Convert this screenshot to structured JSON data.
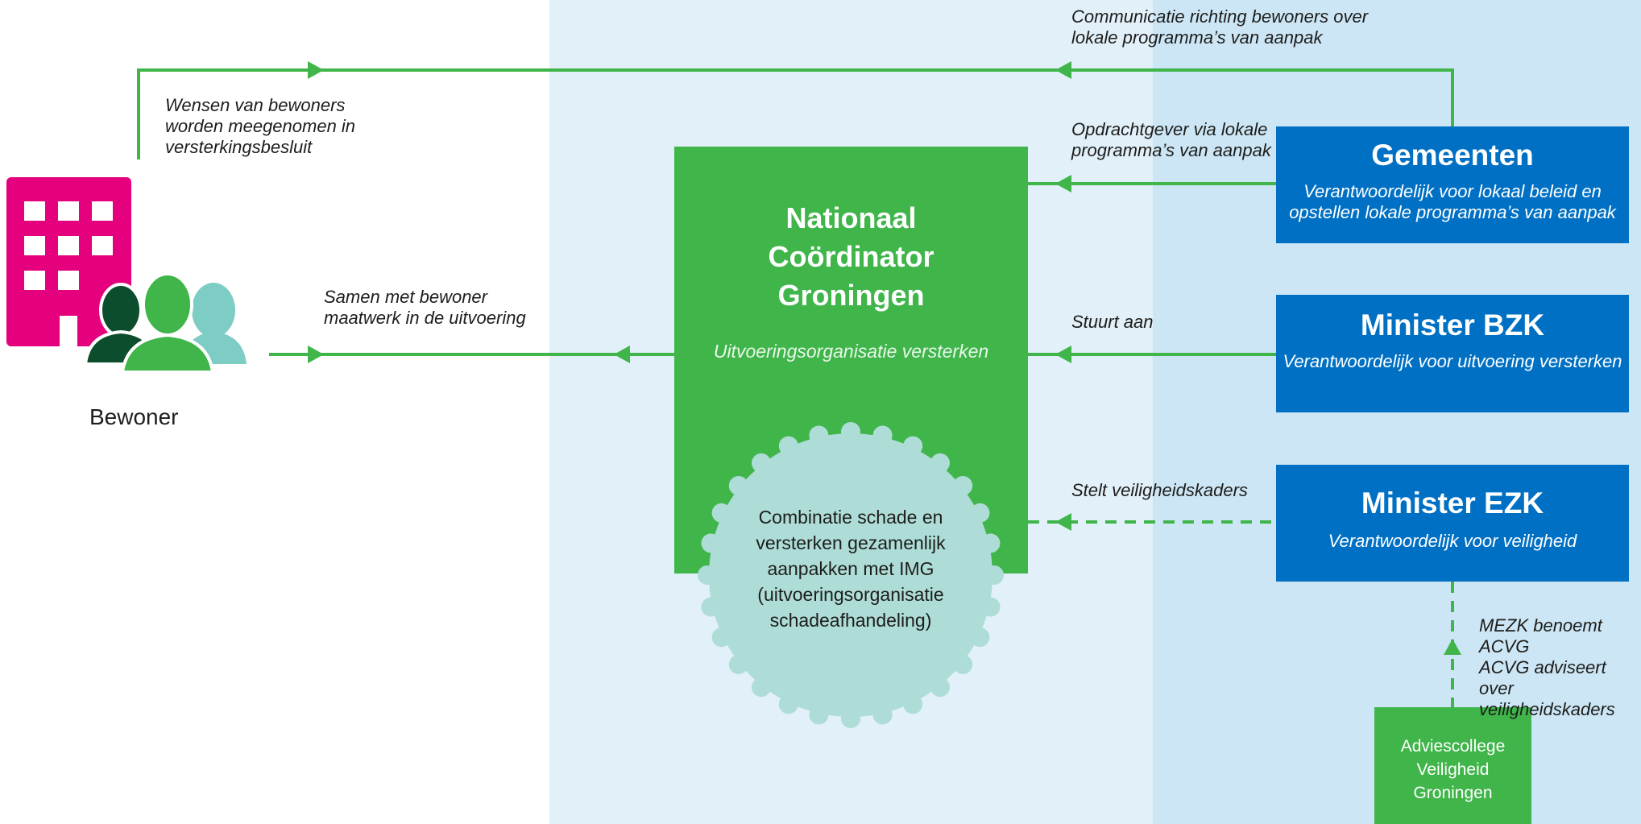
{
  "colors": {
    "green": "#3fb54a",
    "blue": "#0070c4",
    "magenta": "#e5007d",
    "mint": "#aeddd7",
    "light_blue": "#e1f0f9",
    "mid_blue": "#cce6f5"
  },
  "nodes": {
    "bewoner": {
      "label": "Bewoner"
    },
    "ncg": {
      "title": "Nationaal\nCoördinator\nGroningen",
      "subtitle": "Uitvoeringsorganisatie versterken"
    },
    "img_badge": {
      "text": "Combinatie schade en\nversterken gezamenlijk\naanpakken met IMG\n(uitvoeringsorganisatie\nschadeafhandeling)"
    },
    "gemeenten": {
      "title": "Gemeenten",
      "subtitle": "Verantwoordelijk voor lokaal beleid en\nopstellen lokale programma’s van aanpak"
    },
    "bzk": {
      "title": "Minister BZK",
      "subtitle": "Verantwoordelijk voor uitvoering versterken"
    },
    "ezk": {
      "title": "Minister EZK",
      "subtitle": "Verantwoordelijk voor veiligheid"
    },
    "acvg": {
      "text": "Adviescollege\nVeiligheid\nGroningen"
    }
  },
  "edges": [
    {
      "from": "gemeenten",
      "to": "bewoner",
      "label": "Communicatie richting bewoners over\nlokale programma’s van aanpak",
      "style": "solid"
    },
    {
      "from": "bewoner",
      "to": "gemeenten",
      "label": "Wensen van bewoners\nworden meegenomen in\nversterkingsbesluit",
      "style": "solid"
    },
    {
      "from": "gemeenten",
      "to": "ncg",
      "label": "Opdrachtgever via lokale\nprogramma’s van aanpak",
      "style": "solid"
    },
    {
      "from": "bzk",
      "to": "ncg",
      "label": "Stuurt aan",
      "style": "solid"
    },
    {
      "from": "ncg",
      "to": "bewoner",
      "label": "Samen met bewoner\nmaatwerk in de uitvoering",
      "style": "solid"
    },
    {
      "from": "ezk",
      "to": "ncg",
      "label": "Stelt veiligheidskaders",
      "style": "dashed"
    },
    {
      "from": "acvg",
      "to": "ezk",
      "label": "MEZK benoemt ACVG\nACVG adviseert over\nveiligheidskaders",
      "style": "dashed"
    }
  ]
}
